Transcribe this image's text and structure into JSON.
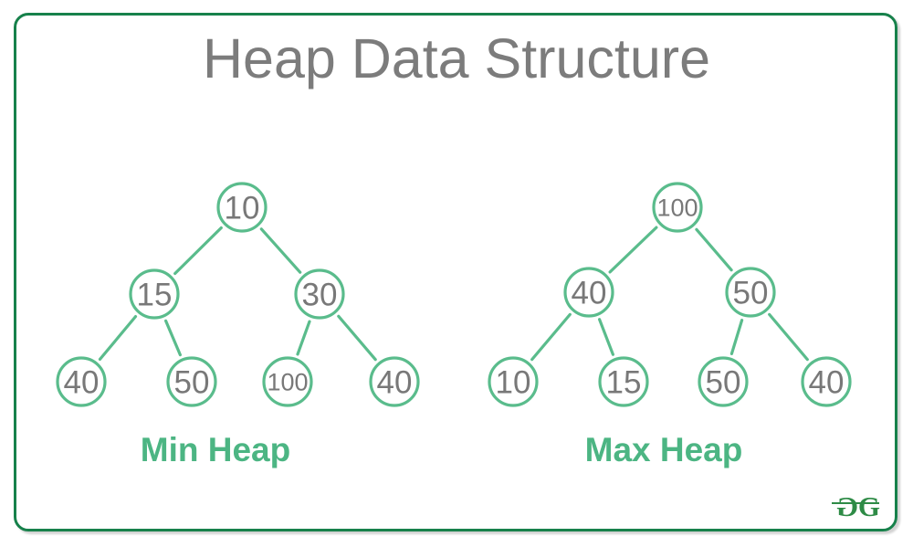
{
  "title": "Heap Data Structure",
  "trees": [
    {
      "id": "min-heap",
      "label": "Min Heap",
      "values": [
        "10",
        "15",
        "30",
        "40",
        "50",
        "100",
        "40"
      ]
    },
    {
      "id": "max-heap",
      "label": "Max Heap",
      "values": [
        "100",
        "40",
        "50",
        "10",
        "15",
        "50",
        "40"
      ]
    }
  ],
  "logo": {
    "first_letter": "G",
    "second_letter": "G"
  },
  "colors": {
    "tree_green": "#5abc8c",
    "label_green": "#4cb583",
    "border_green": "#17814b",
    "logo_green": "#2e8b46",
    "title_gray": "#7c7c7c",
    "node_gray": "#787878"
  }
}
